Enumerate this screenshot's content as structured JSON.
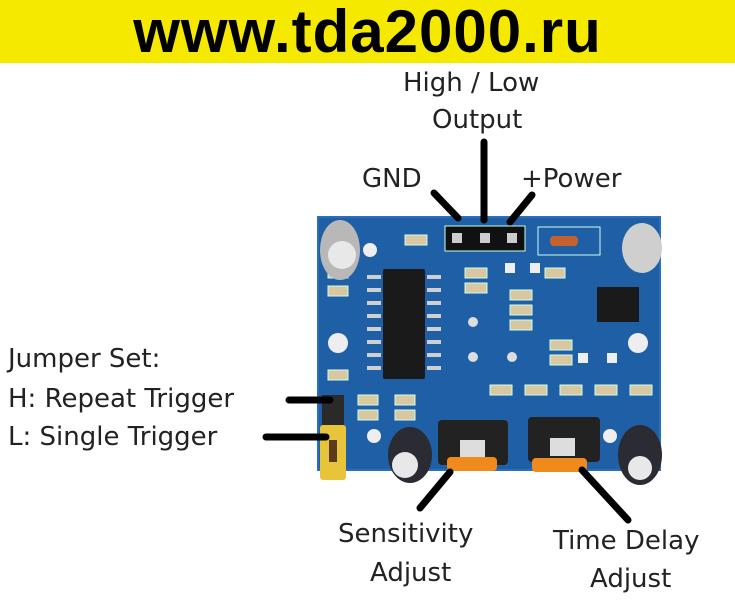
{
  "banner": {
    "text": "www.tda2000.ru"
  },
  "labels": {
    "output_line1": "High / Low",
    "output_line2": "Output",
    "gnd": "GND",
    "power": "+Power",
    "jumper_title": "Jumper Set:",
    "jumper_h": "H: Repeat Trigger",
    "jumper_l": "L: Single Trigger",
    "sensitivity_line1": "Sensitivity",
    "sensitivity_line2": "Adjust",
    "time_line1": "Time Delay",
    "time_line2": "Adjust"
  },
  "colors": {
    "banner": "#f6e900",
    "pcb": "#1f5fa6",
    "pot": "#f08a1c",
    "jumper": "#e8c43a"
  }
}
